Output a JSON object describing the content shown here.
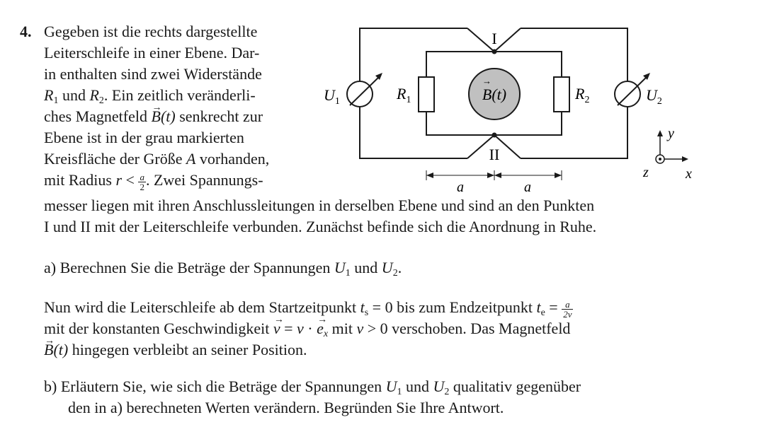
{
  "problem": {
    "number": "4.",
    "intro_lines": [
      "Gegeben ist die rechts dargestellte",
      "Leiterschleife in einer Ebene. Dar-",
      "in enthalten sind zwei Widerstände",
      "und",
      ". Ein zeitlich veränderli-",
      "ches Magnetfeld",
      "senkrecht zur",
      "Ebene ist in der grau markierten",
      "Kreisfläche der Größe",
      "vorhanden,",
      "mit Radius",
      ". Zwei Spannungs-",
      "messer liegen mit ihren Anschlussleitungen in derselben Ebene und sind an den Punkten",
      "I und II mit der Leiterschleife verbunden. Zunächst befinde sich die Anordnung in Ruhe."
    ],
    "part_a": {
      "label": "a)",
      "text_1": "Berechnen Sie die Beträge der Spannungen",
      "text_2": "und"
    },
    "middle": {
      "t1": "Nun wird die Leiterschleife ab dem Startzeitpunkt",
      "t2": "bis zum Endzeitpunkt",
      "t3": "mit der konstanten Geschwindigkeit",
      "t4": "verschoben. Das Magnetfeld",
      "t5": "hingegen verbleibt an seiner Position."
    },
    "part_b": {
      "label": "b)",
      "text_1": "Erläutern Sie, wie sich die Beträge der Spannungen",
      "text_2": "und",
      "text_3": "qualitativ gegenüber",
      "text_4": "den in a) berechneten Werten verändern. Begründen Sie Ihre Antwort."
    }
  },
  "diagram": {
    "node_top": "I",
    "node_bottom": "II",
    "u1": "U",
    "u1_sub": "1",
    "u2": "U",
    "u2_sub": "2",
    "r1": "R",
    "r1_sub": "1",
    "r2": "R",
    "r2_sub": "2",
    "field": "B(t)",
    "dim_a": "a",
    "axis_y": "y",
    "axis_x": "x",
    "axis_z": "z",
    "field_color": "#c0c0c0"
  }
}
